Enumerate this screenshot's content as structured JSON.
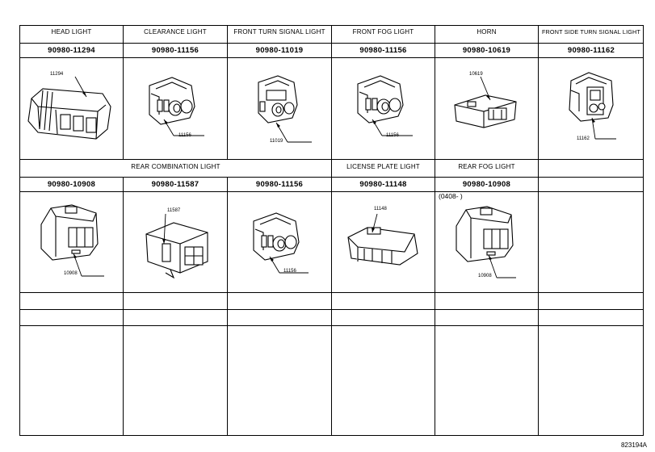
{
  "row1": {
    "headers": [
      "HEAD LIGHT",
      "CLEARANCE LIGHT",
      "FRONT TURN SIGNAL LIGHT",
      "FRONT FOG LIGHT",
      "HORN",
      "FRONT SIDE TURN SIGNAL LIGHT"
    ],
    "part_numbers": [
      "90980-11294",
      "90980-11156",
      "90980-11019",
      "90980-11156",
      "90980-10619",
      "90980-11162"
    ],
    "callouts": [
      "11294",
      "11156",
      "11019",
      "11156",
      "10619",
      "11162"
    ]
  },
  "row2": {
    "group_header": "REAR COMBINATION LIGHT",
    "license_header": "LICENSE PLATE LIGHT",
    "fog_header": "REAR FOG LIGHT",
    "part_numbers": [
      "90980-10908",
      "90980-11587",
      "90980-11156",
      "90980-11148",
      "90980-10908"
    ],
    "callouts": [
      "10908",
      "11587",
      "11156",
      "11148",
      "10908"
    ],
    "date_note": "(0408-      )"
  },
  "figure_number": "823194A"
}
